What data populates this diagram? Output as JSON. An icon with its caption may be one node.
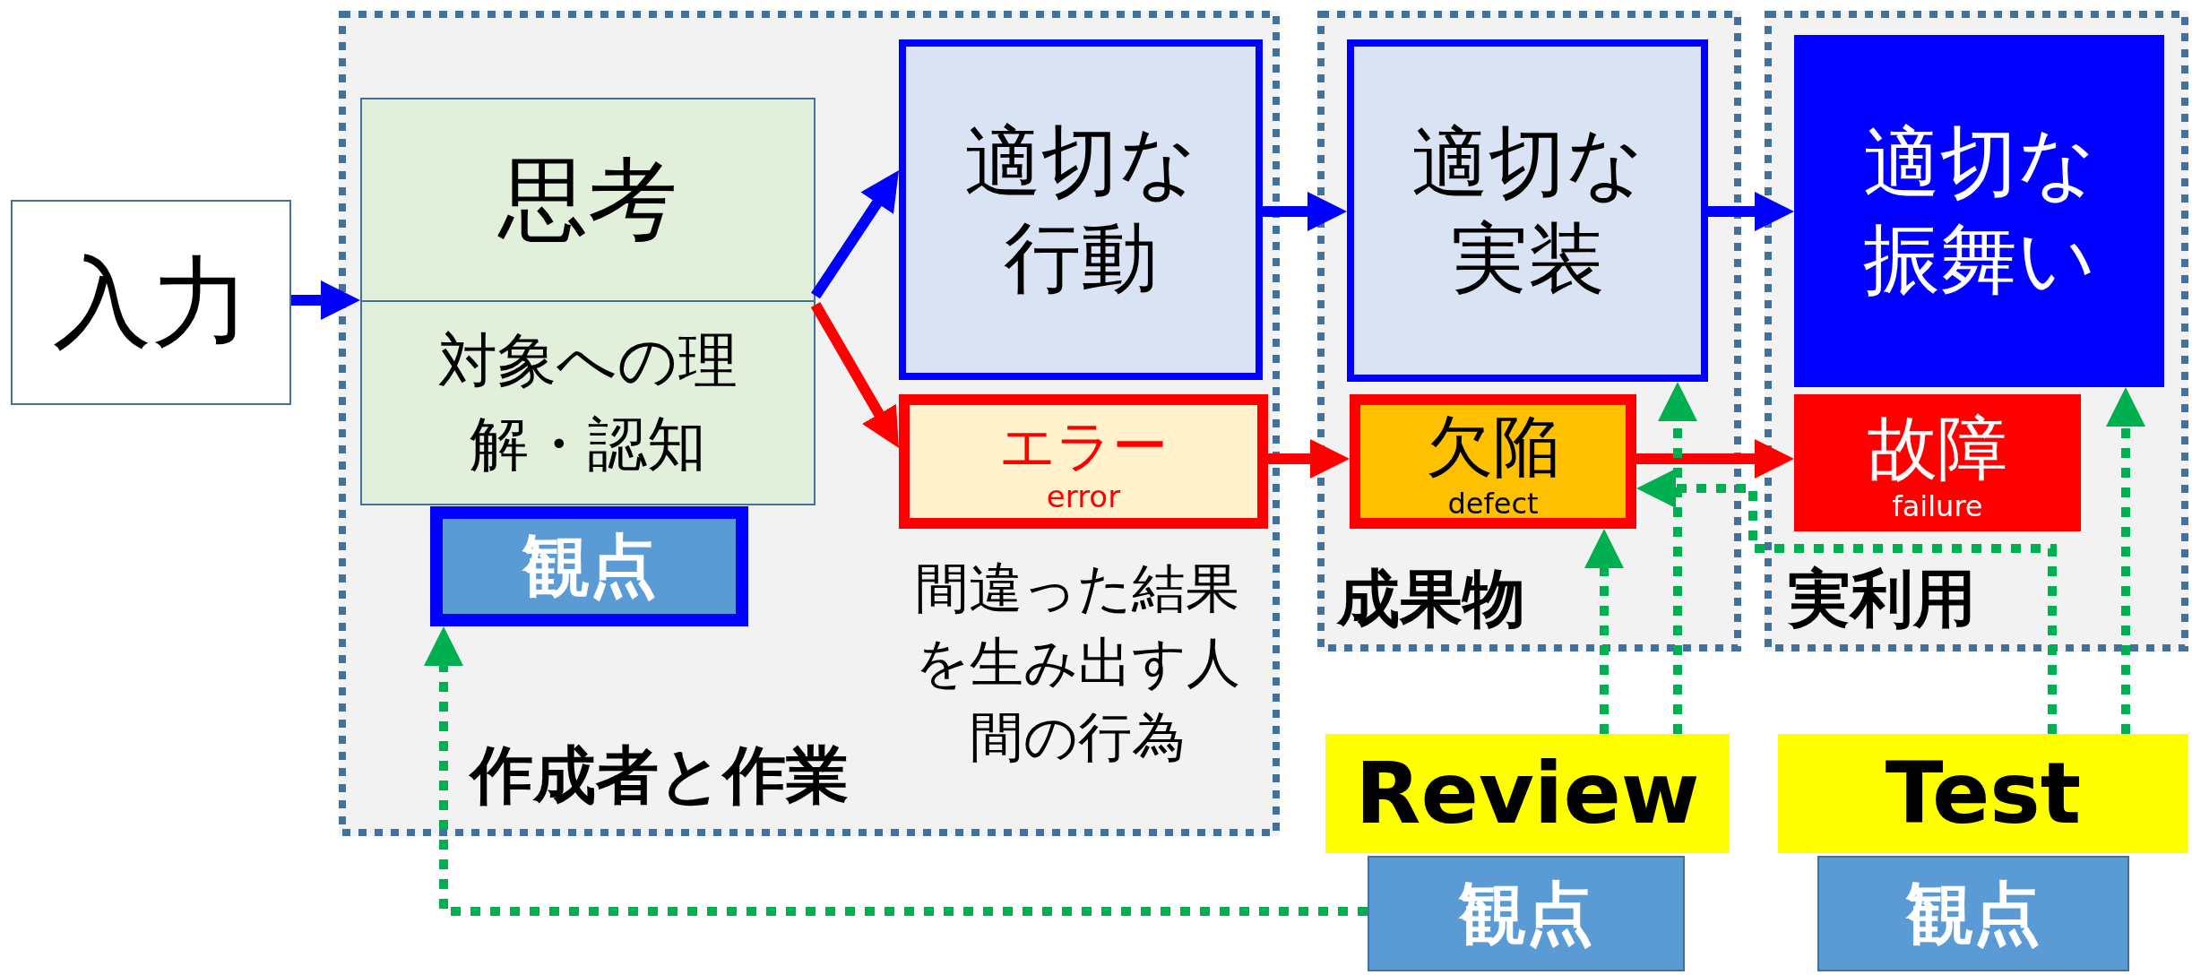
{
  "diagram": {
    "nodes": [
      {
        "text": [
          "入力"
        ]
      },
      {
        "text": [
          "作成者と作業"
        ]
      },
      {
        "text": [
          "思考",
          "対象への理解・認知"
        ],
        "in": 1
      },
      {
        "text": [
          "観点"
        ],
        "in": 1
      },
      {
        "text": [
          "適切な行動"
        ],
        "in": 1
      },
      {
        "text": [
          "エラー",
          "error"
        ],
        "in": 1,
        "beside": [
          "間違った結果を生み出す人間の行為"
        ]
      },
      {
        "text": [
          "成果物"
        ]
      },
      {
        "text": [
          "適切な実装"
        ],
        "in": 6
      },
      {
        "text": [
          "欠陥",
          "defect"
        ],
        "in": 6
      },
      {
        "text": [
          "実利用"
        ]
      },
      {
        "text": [
          "適切な振舞い"
        ],
        "in": 9
      },
      {
        "text": [
          "故障",
          "failure"
        ],
        "in": 9
      },
      {
        "text": [
          "Review"
        ]
      },
      {
        "text": [
          "観点"
        ]
      },
      {
        "text": [
          "Test"
        ]
      },
      {
        "text": [
          "観点"
        ]
      }
    ],
    "edges": [
      {
        "from": 0,
        "to": 2,
        "arrow": "to",
        "color": "#0000ff"
      },
      {
        "from": 2,
        "to": 4,
        "arrow": "to",
        "color": "#0000ff"
      },
      {
        "from": 2,
        "to": 5,
        "arrow": "to",
        "color": "#ff0000"
      },
      {
        "from": 4,
        "to": 7,
        "arrow": "to",
        "color": "#0000ff"
      },
      {
        "from": 7,
        "to": 10,
        "arrow": "to",
        "color": "#0000ff"
      },
      {
        "from": 5,
        "to": 8,
        "arrow": "to",
        "color": "#ff0000"
      },
      {
        "from": 8,
        "to": 11,
        "arrow": "to",
        "color": "#ff0000"
      },
      {
        "from": 12,
        "to": 8,
        "arrow": "to",
        "style": "dashed",
        "color": "#00b050"
      },
      {
        "from": 12,
        "to": 7,
        "arrow": "to",
        "style": "dashed",
        "color": "#00b050"
      },
      {
        "from": 14,
        "to": 8,
        "arrow": "to",
        "style": "dashed",
        "color": "#00b050"
      },
      {
        "from": 14,
        "to": 10,
        "arrow": "to",
        "style": "dashed",
        "color": "#00b050"
      },
      {
        "from": 13,
        "to": 3,
        "arrow": "to",
        "style": "dashed",
        "color": "#00b050"
      }
    ]
  }
}
